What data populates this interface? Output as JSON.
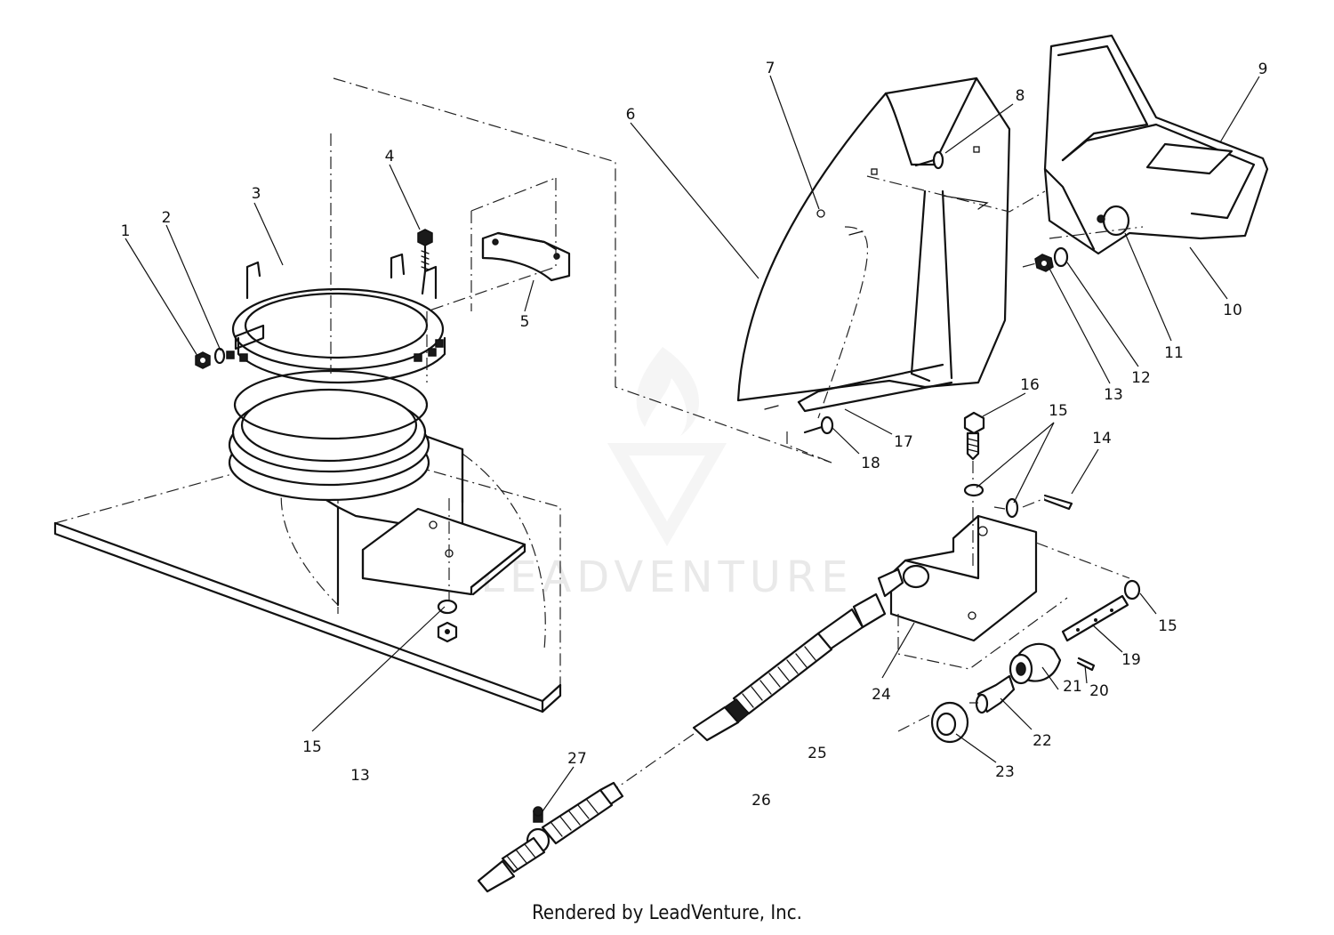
{
  "watermark": "LEADVENTURE",
  "credit": "Rendered by LeadVenture, Inc.",
  "callouts": [
    "1",
    "2",
    "3",
    "4",
    "5",
    "6",
    "7",
    "8",
    "9",
    "10",
    "11",
    "12",
    "13",
    "14",
    "15",
    "15",
    "15",
    "16",
    "17",
    "18",
    "19",
    "20",
    "21",
    "22",
    "23",
    "24",
    "25",
    "26",
    "27",
    "13"
  ]
}
